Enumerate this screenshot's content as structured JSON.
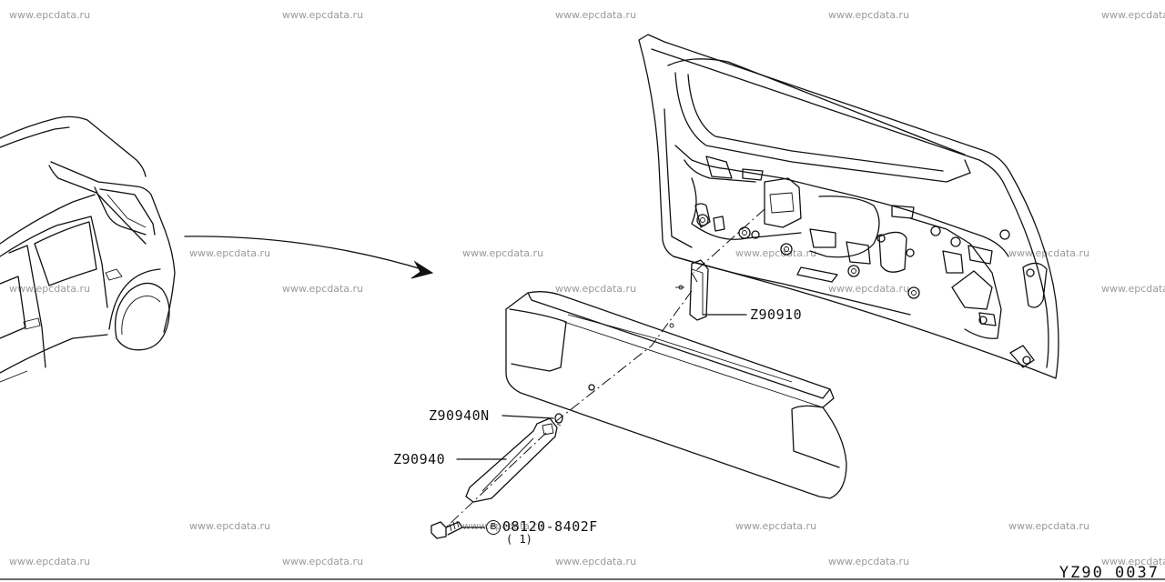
{
  "watermark": "www.epcdata.ru",
  "callouts": {
    "trim_panel_bracket": "Z90910",
    "finisher_retainer": "Z90940N",
    "pull_handle": "Z90940",
    "bolt_part": "08120-8402F",
    "bolt_qty": "( 1)",
    "bolt_symbol": "B"
  },
  "drawing_id": "YZ90 0037"
}
